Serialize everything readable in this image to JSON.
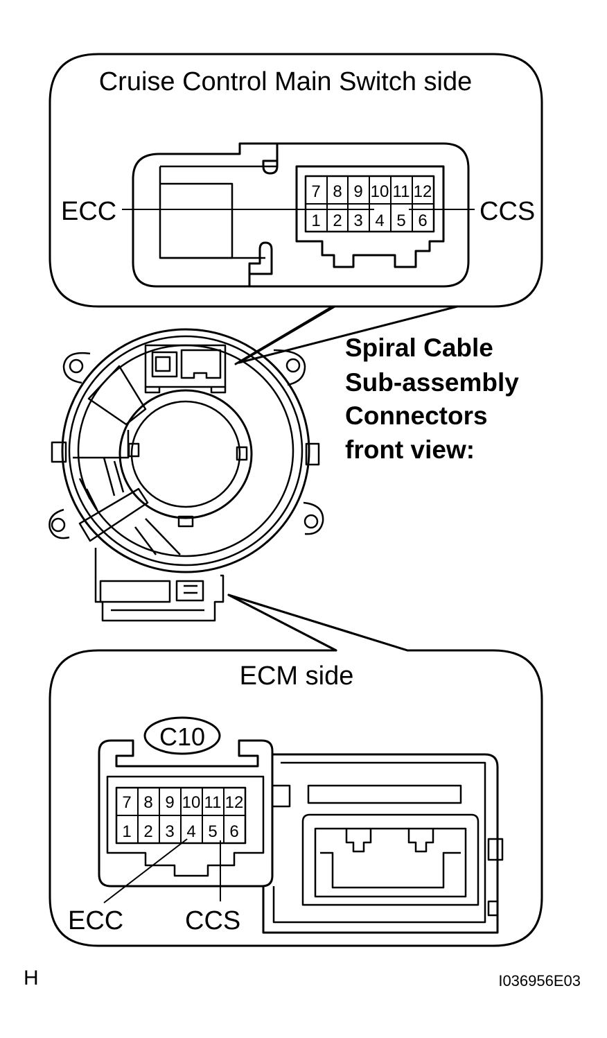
{
  "top_panel": {
    "title": "Cruise Control Main Switch side",
    "left_label": "ECC",
    "right_label": "CCS",
    "pins_top": [
      "7",
      "8",
      "9",
      "10",
      "11",
      "12"
    ],
    "pins_bottom": [
      "1",
      "2",
      "3",
      "4",
      "5",
      "6"
    ]
  },
  "spiral_caption": {
    "lines": [
      "Spiral Cable",
      "Sub-assembly",
      "Connectors",
      "front view:"
    ]
  },
  "bottom_panel": {
    "title": "ECM side",
    "connector_code": "C10",
    "left_label": "ECC",
    "right_label": "CCS",
    "pins_top": [
      "7",
      "8",
      "9",
      "10",
      "11",
      "12"
    ],
    "pins_bottom": [
      "1",
      "2",
      "3",
      "4",
      "5",
      "6"
    ]
  },
  "footer": {
    "left": "H",
    "right": "I036956E03"
  }
}
